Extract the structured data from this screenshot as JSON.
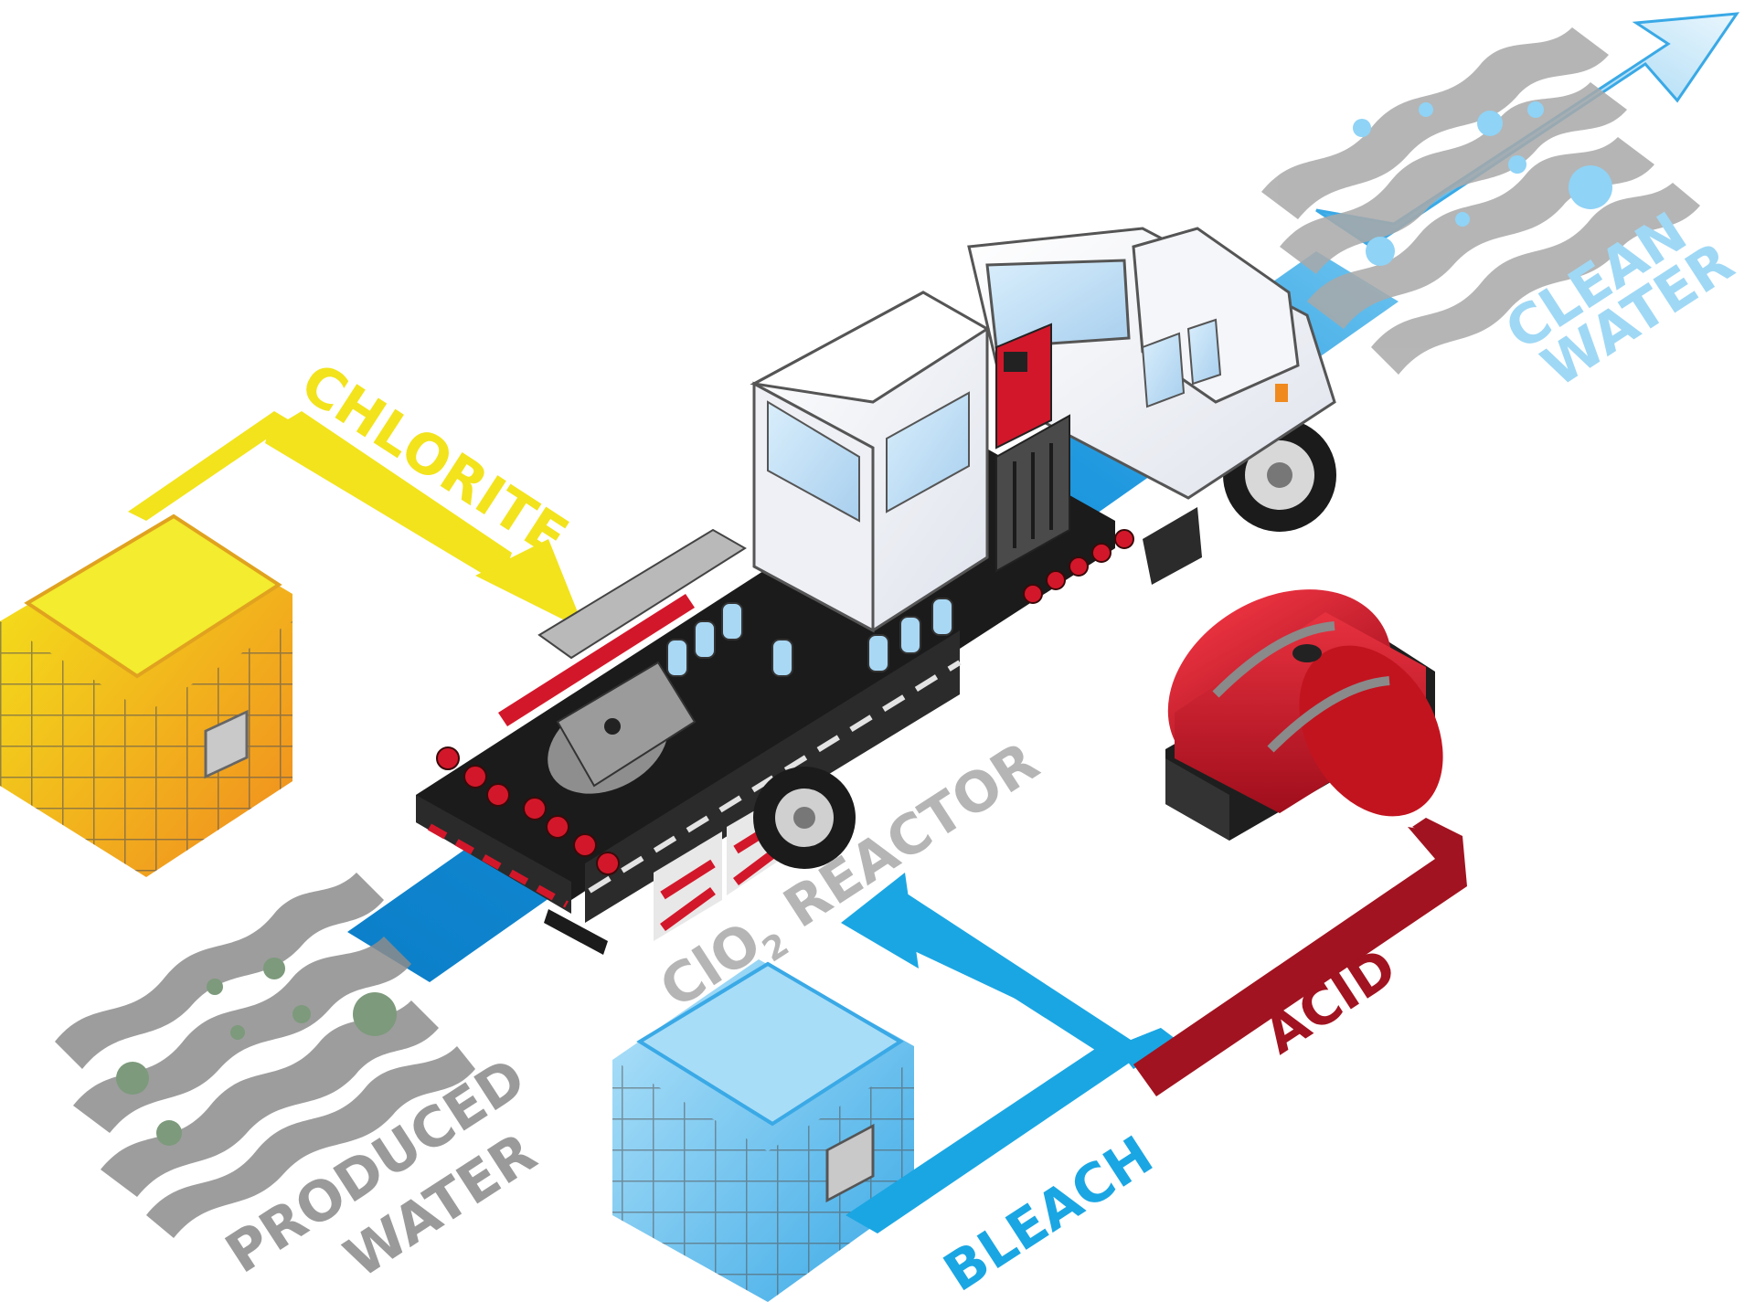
{
  "labels": {
    "chlorite": "CHLORITE",
    "clean_water_line1": "CLEAN",
    "clean_water_line2": "WATER",
    "produced_water_line1": "PRODUCED",
    "produced_water_line2": "WATER",
    "reactor_prefix": "ClO",
    "reactor_subscript": "2",
    "reactor_suffix": " REACTOR",
    "bleach": "BLEACH",
    "acid": "ACID"
  },
  "colors": {
    "chlorite": "#f2e31c",
    "clean_water": "#9fd8f5",
    "produced_water": "#9a9a9a",
    "reactor": "#b5b5b5",
    "bleach": "#1aa6e3",
    "acid": "#a11320",
    "water_stream": "#1a8fd6",
    "truck_red": "#d3172a",
    "tote_yellow": "#f4e61a",
    "tote_blue": "#7fcdf2"
  },
  "icons": {
    "chlorite_tote": "yellow-ibc-tote-icon",
    "bleach_tote": "blue-ibc-tote-icon",
    "acid_tank": "red-acid-tank-icon",
    "truck": "clo2-reactor-truck-icon",
    "produced_water": "dirty-water-waves-icon",
    "clean_water": "clean-water-waves-icon"
  }
}
